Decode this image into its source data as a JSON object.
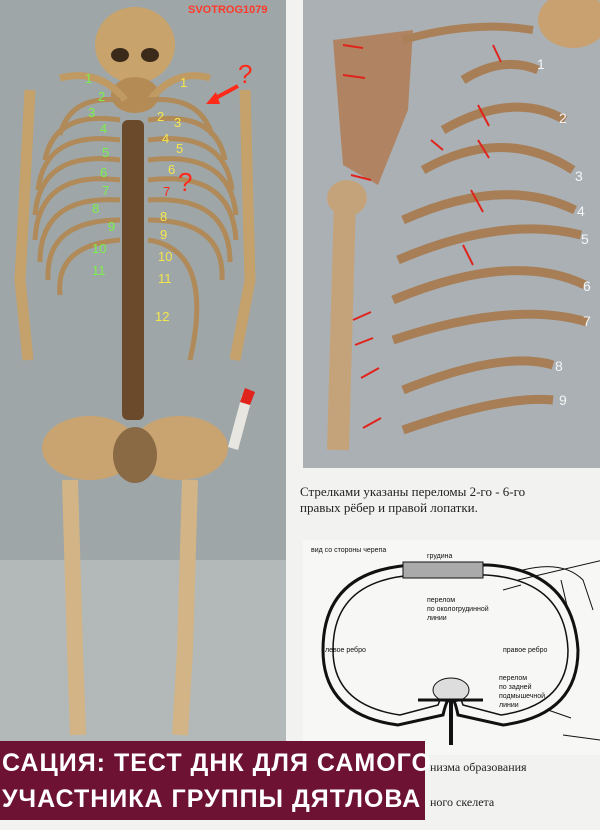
{
  "left_photo": {
    "watermark": "SVOTROG1079",
    "question_marks": [
      "?",
      "?"
    ],
    "left_rib_labels": [
      "1",
      "2",
      "3",
      "4",
      "5",
      "6",
      "7",
      "8",
      "9",
      "10",
      "11"
    ],
    "right_rib_labels": [
      "1",
      "2",
      "3",
      "4",
      "5",
      "6",
      "7",
      "8",
      "9",
      "10",
      "11",
      "12"
    ],
    "colors": {
      "left_labels": "#7cf04a",
      "right_labels": "#f5e64a",
      "highlight": "#ff2a1a"
    }
  },
  "right_photo": {
    "rib_numbers": [
      "1",
      "2",
      "3",
      "4",
      "5",
      "6",
      "7",
      "8",
      "9"
    ]
  },
  "caption": {
    "line1": "Стрелками указаны переломы 2-го - 6-го",
    "line2": "правых рёбер и правой лопатки."
  },
  "diagram": {
    "view_label": "вид со стороны черепа",
    "sternum_label": "грудина",
    "fracture1_label_lines": [
      "перелом",
      "по окологрудинной",
      "линии"
    ],
    "left_rib_label": "левое ребро",
    "right_rib_label": "правое ребро",
    "fracture2_label_lines": [
      "перелом",
      "по задней",
      "подмышечной",
      "линии"
    ]
  },
  "lower_text": {
    "line1": "низма образования",
    "line2": "ного скелета"
  },
  "banner": {
    "line1": "САЦИЯ: ТЕСТ ДНК ДЛЯ САМОГО",
    "line2": "УЧАСТНИКА ГРУППЫ ДЯТЛОВА",
    "background": "#6e1234"
  }
}
